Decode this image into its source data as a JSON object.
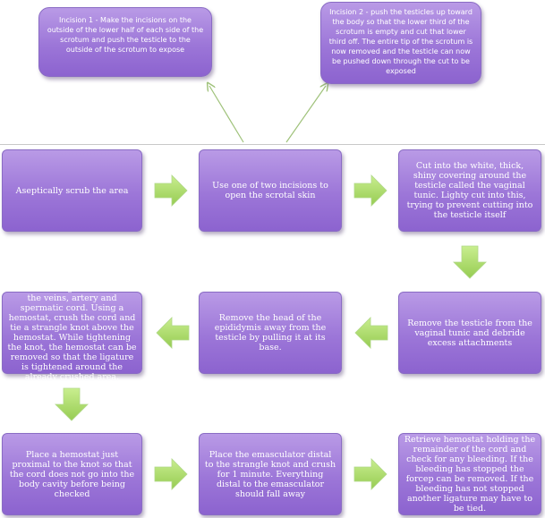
{
  "incision1": "Incision 1 - Make the incisions on the outside of the lower half of each side of the scrotum and push the testicle to the outside of the scrotum to expose",
  "incision2": "Incision 2 - push the testicles up toward the body so that the lower third of the scrotum is empty and cut that lower third off. The entire tip of the scrotum is now removed and the testicle can now be pushed down through the cut to be exposed",
  "steps": [
    "Aseptically scrub the area",
    "Use one of two incisions to open the scrotal skin",
    "Cut into the white, thick, shiny covering around the testicle called the vaginal tunic. Lighty cut into this, trying to prevent cutting into the testicle itself",
    "Remove the testicle from the vaginal tunic and debride excess attachments",
    "Remove the head of the epididymis away from the testicle by pulling it at its base.",
    "The remaining cord contains the veins, artery and spermatic cord. Using a hemostat, crush the cord and tie a strangle knot above the hemostat. While tightening the knot, the hemostat can be removed so that the ligature is tightened around the already crushed area.",
    "Place a hemostat just proximal to the knot so that the cord does not go into the body cavity before being checked",
    "Place the emasculator distal to the strangle knot and crush for 1 minute. Everything distal to the emasculator should fall away",
    "Retrieve hemostat holding the remainder of the cord and check for any bleeding. If the bleeding has stopped the forcep can be removed. If the bleeding has not stopped another ligature may have to be tied."
  ],
  "colors": {
    "box": "#9c76d8",
    "arrow": "#a8d860",
    "connector": "#a8c880"
  }
}
